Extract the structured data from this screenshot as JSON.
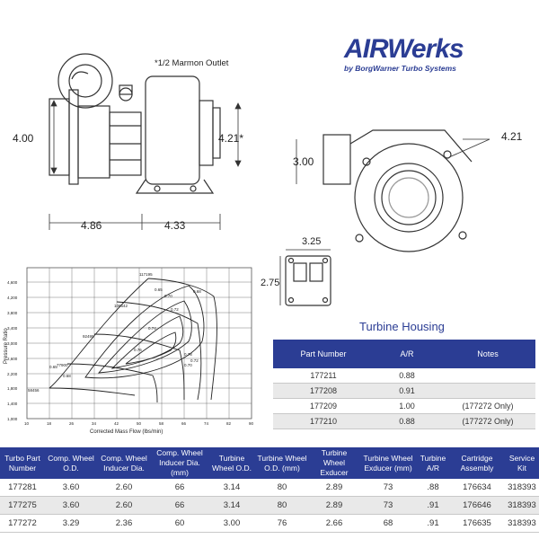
{
  "logo": {
    "main": "AIRWerks",
    "sub": "by BorgWarner Turbo Systems"
  },
  "drawing": {
    "outlet_note": "*1/2 Marmon Outlet",
    "dim_height_left": "4.00",
    "dim_outlet": "4.21*",
    "dim_width_left": "4.86",
    "dim_width_right": "4.33",
    "dim_end_height": "3.00",
    "dim_end_diameter": "4.21",
    "flange_width": "3.25",
    "flange_height": "2.75"
  },
  "compressor_map": {
    "ylabel": "Pressure Ratio",
    "xlabel": "Corrected Mass Flow (lbs/min)",
    "y_ticks": [
      "1,000",
      "1,400",
      "1,800",
      "2,200",
      "2,600",
      "3,000",
      "3,400",
      "3,800",
      "4,200",
      "4,600"
    ],
    "x_ticks": [
      "10",
      "18",
      "26",
      "34",
      "42",
      "50",
      "58",
      "66",
      "74",
      "82",
      "90"
    ],
    "speed_labels": [
      "117195",
      "106542",
      "92495",
      "77900",
      "58456"
    ],
    "efficiency_labels": [
      "0.65",
      "0.68",
      "0.70",
      "0.72",
      "0.74",
      "0.76",
      "0.78",
      "0.72",
      "0.70",
      "0.68",
      "0.65"
    ]
  },
  "turbine_housing": {
    "title": "Turbine Housing",
    "headers": [
      "Part Number",
      "A/R",
      "Notes"
    ],
    "rows": [
      [
        "177211",
        "0.88",
        ""
      ],
      [
        "177208",
        "0.91",
        ""
      ],
      [
        "177209",
        "1.00",
        "(177272 Only)"
      ],
      [
        "177210",
        "0.88",
        "(177272 Only)"
      ]
    ]
  },
  "spec_table": {
    "headers": [
      "Turbo Part Number",
      "Comp. Wheel O.D.",
      "Comp. Wheel Inducer Dia.",
      "Comp. Wheel Inducer Dia. (mm)",
      "Turbine Wheel O.D.",
      "Turbine Wheel O.D. (mm)",
      "Turbine Wheel Exducer",
      "Turbine Wheel Exducer (mm)",
      "Turbine A/R",
      "Cartridge Assembly",
      "Service Kit"
    ],
    "rows": [
      [
        "177281",
        "3.60",
        "2.60",
        "66",
        "3.14",
        "80",
        "2.89",
        "73",
        ".88",
        "176634",
        "318393"
      ],
      [
        "177275",
        "3.60",
        "2.60",
        "66",
        "3.14",
        "80",
        "2.89",
        "73",
        ".91",
        "176646",
        "318393"
      ],
      [
        "177272",
        "3.29",
        "2.36",
        "60",
        "3.00",
        "76",
        "2.66",
        "68",
        ".91",
        "176635",
        "318393"
      ]
    ]
  }
}
